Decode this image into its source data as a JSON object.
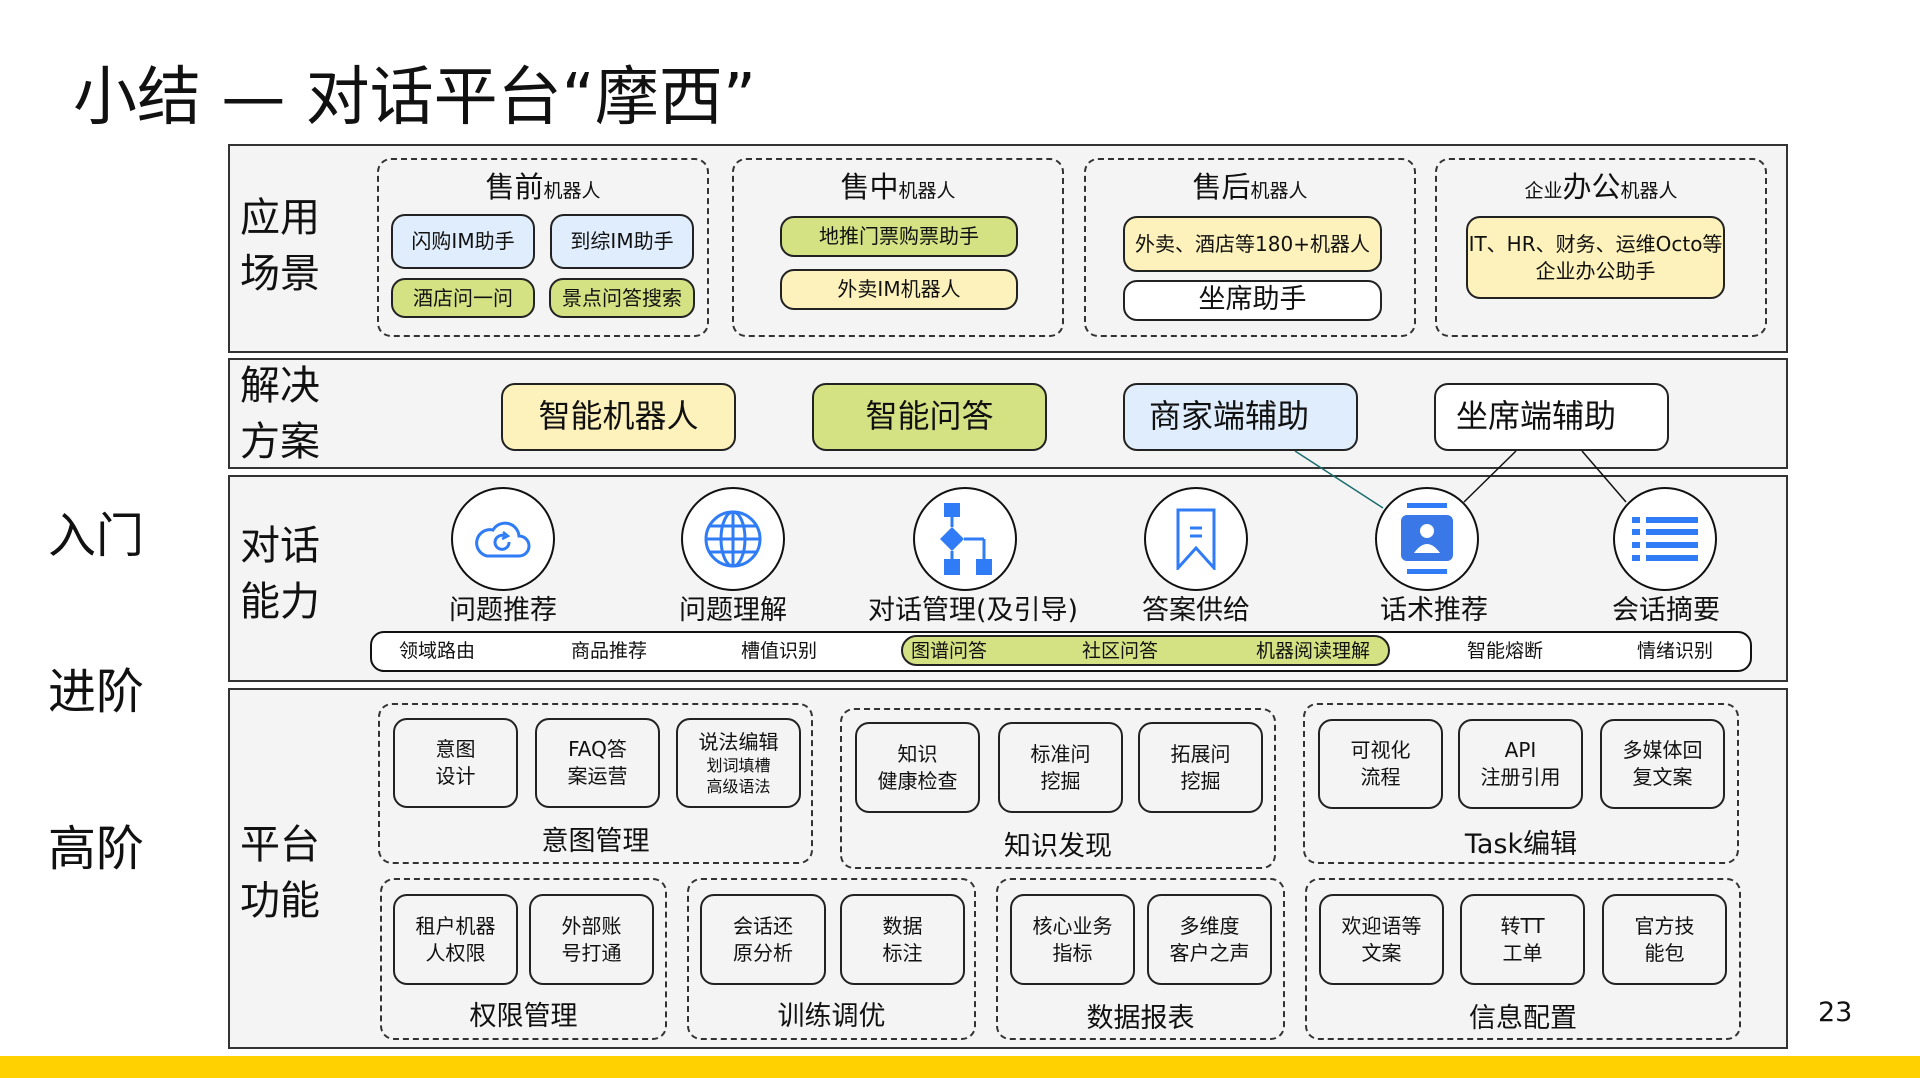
{
  "title": "小结 — 对话平台“摩西”",
  "levels": [
    "入门",
    "进阶",
    "高阶"
  ],
  "page_number": "23",
  "sections": {
    "scenarios": {
      "label": "应用\n场景",
      "groups": [
        {
          "main": "售前",
          "suffix": "机器人",
          "items": [
            "闪购IM助手",
            "到综IM助手",
            "酒店问一问",
            "景点问答搜索"
          ]
        },
        {
          "main": "售中",
          "suffix": "机器人",
          "items": [
            "地推门票购票助手",
            "外卖IM机器人"
          ]
        },
        {
          "main": "售后",
          "suffix": "机器人",
          "items": [
            "外卖、酒店等180+机器人",
            "坐席助手"
          ]
        },
        {
          "prefix": "企业",
          "main": "办公",
          "suffix": "机器人",
          "items": [
            "IT、HR、财务、运维Octo等\n企业办公助手"
          ]
        }
      ]
    },
    "solutions": {
      "label": "解决\n方案",
      "items": [
        "智能机器人",
        "智能问答",
        "商家端辅助",
        "坐席端辅助"
      ]
    },
    "capabilities": {
      "label": "对话\n能力",
      "items": [
        "问题推荐",
        "问题理解",
        "对话管理(及引导)",
        "答案供给",
        "话术推荐",
        "会话摘要"
      ],
      "sub_items": [
        "领域路由",
        "商品推荐",
        "槽值识别",
        "图谱问答",
        "社区问答",
        "机器阅读理解",
        "智能熔断",
        "情绪识别"
      ]
    },
    "platform": {
      "label": "平台\n功能",
      "groups": [
        {
          "label": "意图管理",
          "items": [
            "意图\n设计",
            "FAQ答\n案运营"
          ],
          "special": {
            "title": "说法编辑",
            "lines": [
              "划词填槽",
              "高级语法"
            ]
          }
        },
        {
          "label": "知识发现",
          "items": [
            "知识\n健康检查",
            "标准问\n挖掘",
            "拓展问\n挖掘"
          ]
        },
        {
          "label": "Task编辑",
          "items": [
            "可视化\n流程",
            "API\n注册引用",
            "多媒体回\n复文案"
          ]
        },
        {
          "label": "权限管理",
          "items": [
            "租户机器\n人权限",
            "外部账\n号打通"
          ]
        },
        {
          "label": "训练调优",
          "items": [
            "会话还\n原分析",
            "数据\n标注"
          ]
        },
        {
          "label": "数据报表",
          "items": [
            "核心业务\n指标",
            "多维度\n客户之声"
          ]
        },
        {
          "label": "信息配置",
          "items": [
            "欢迎语等\n文案",
            "转TT\n工单",
            "官方技\n能包"
          ]
        }
      ]
    }
  },
  "colors": {
    "accent_bar": "#FFD100",
    "icon_blue": "#2F7CF6",
    "blue_box": "#DFEDFC",
    "green_box": "#D5E283",
    "yellow_box": "#FDF2BB",
    "connector": "#1B6D6D"
  }
}
